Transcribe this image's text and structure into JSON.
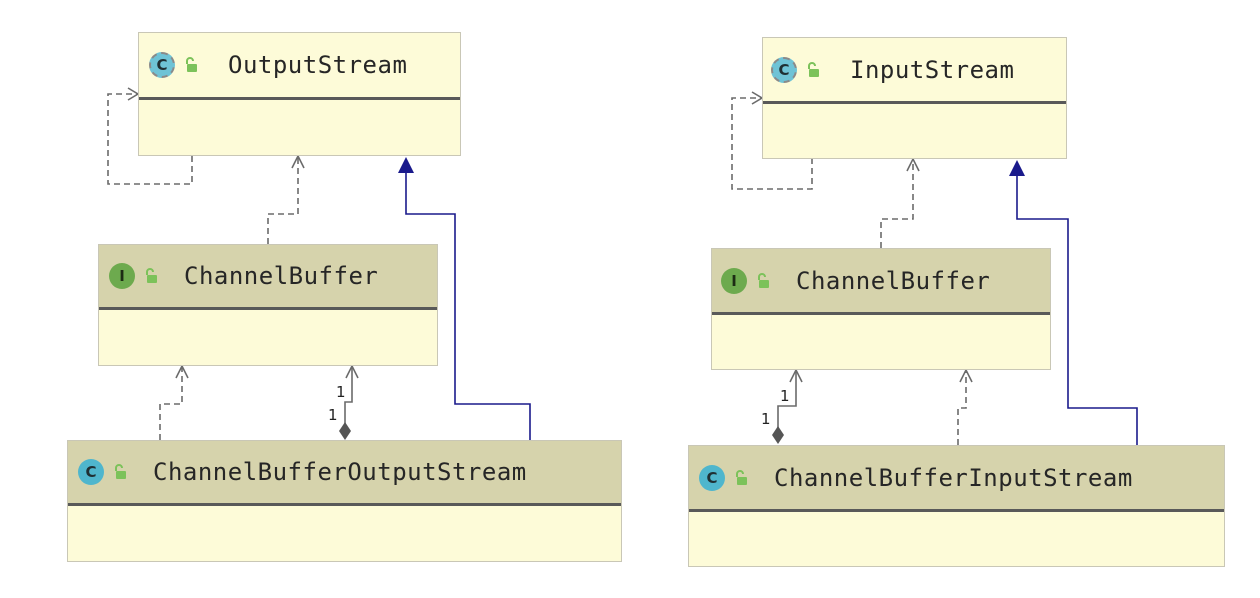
{
  "left": {
    "parent": {
      "name": "OutputStream",
      "kind": "C",
      "abstract": true
    },
    "iface": {
      "name": "ChannelBuffer",
      "kind": "I"
    },
    "child": {
      "name": "ChannelBufferOutputStream",
      "kind": "C"
    },
    "mult_top": "1",
    "mult_bottom": "1"
  },
  "right": {
    "parent": {
      "name": "InputStream",
      "kind": "C",
      "abstract": true
    },
    "iface": {
      "name": "ChannelBuffer",
      "kind": "I"
    },
    "child": {
      "name": "ChannelBufferInputStream",
      "kind": "C"
    },
    "mult_top": "1",
    "mult_bottom": "1"
  },
  "colors": {
    "header": "#d6d3ac",
    "body": "#fdfbd8",
    "inheritance": "#1a1a8c",
    "dependency": "#6b6b6b",
    "class_badge": "#4fb6cd",
    "interface_badge": "#6daa4e",
    "lock": "#7cc25a"
  },
  "icons": {
    "class": "class-c-badge",
    "interface": "interface-i-badge",
    "visibility": "unlocked-padlock"
  }
}
